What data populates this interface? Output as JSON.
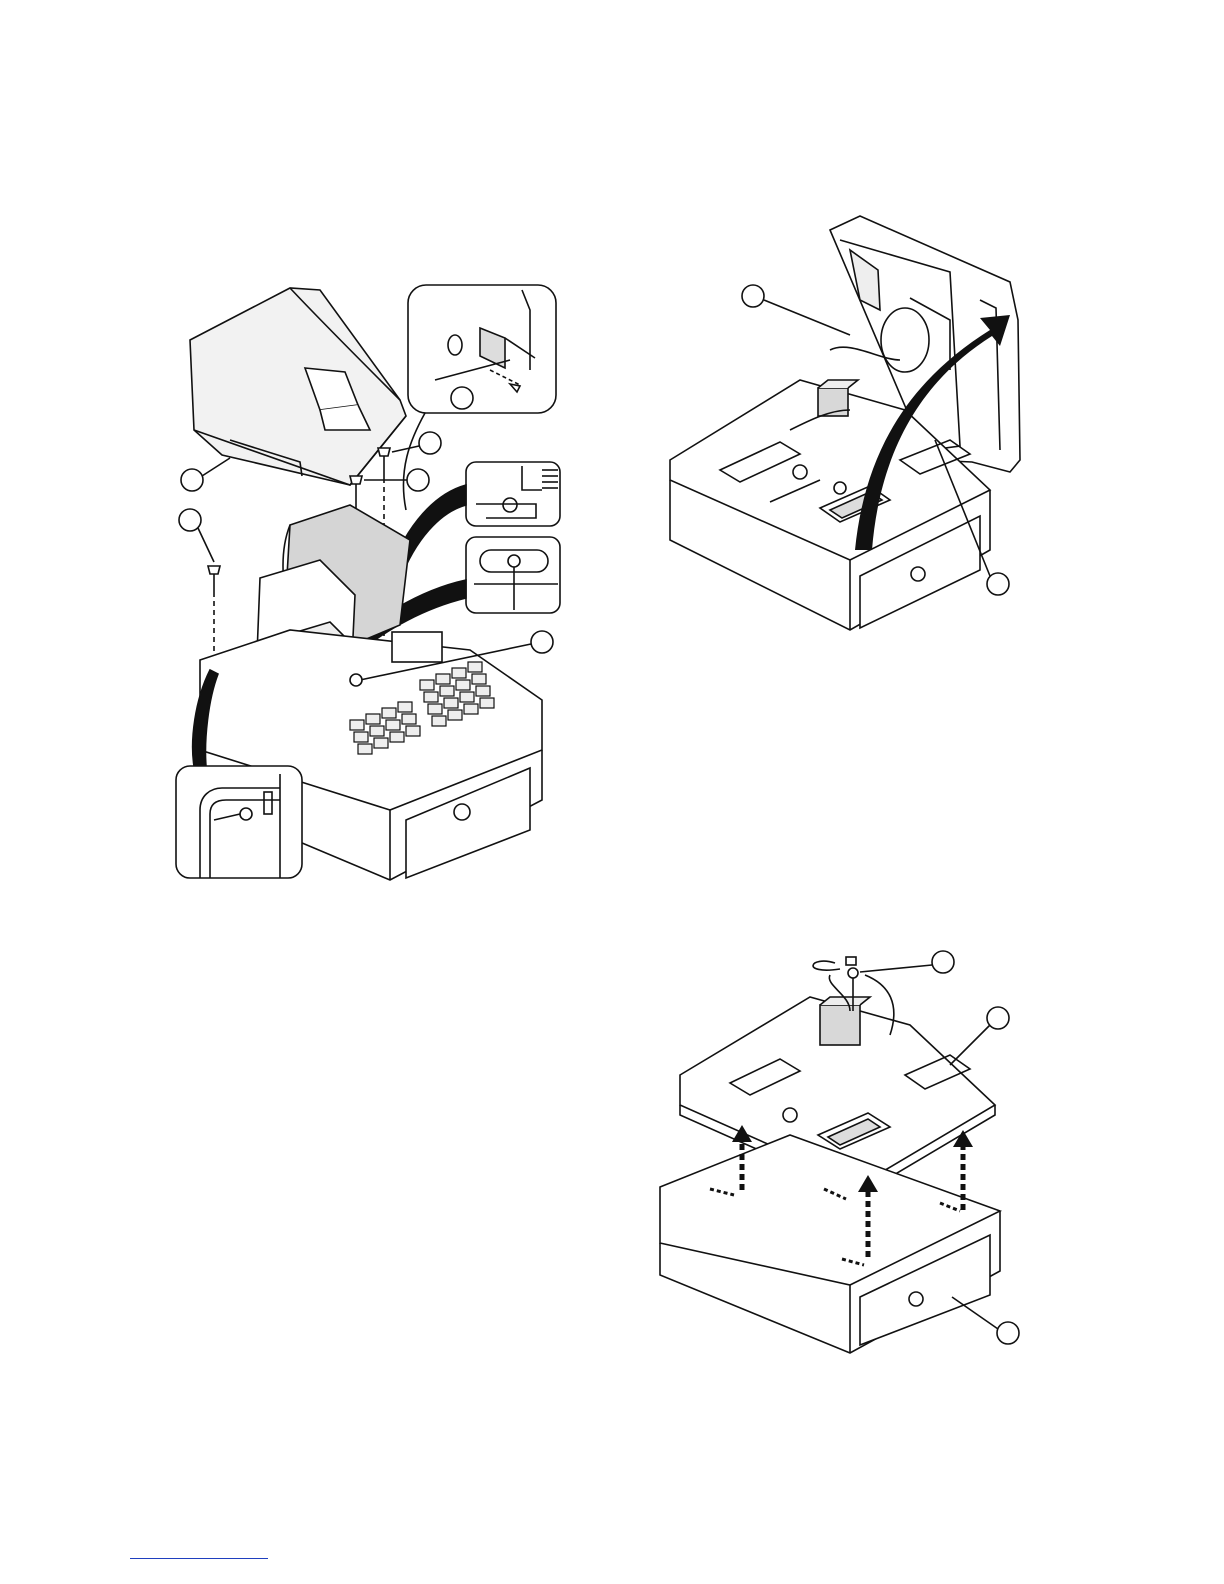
{
  "page": {
    "figures": [
      {
        "id": "fig-printer-cover-removal"
      },
      {
        "id": "fig-top-cabinet-open"
      },
      {
        "id": "fig-base-separation"
      }
    ],
    "colors": {
      "line": "#111111",
      "fill_light": "#e6e6e6",
      "fill_mid": "#c9c9c9",
      "link_rule": "#1f3fbf"
    }
  }
}
